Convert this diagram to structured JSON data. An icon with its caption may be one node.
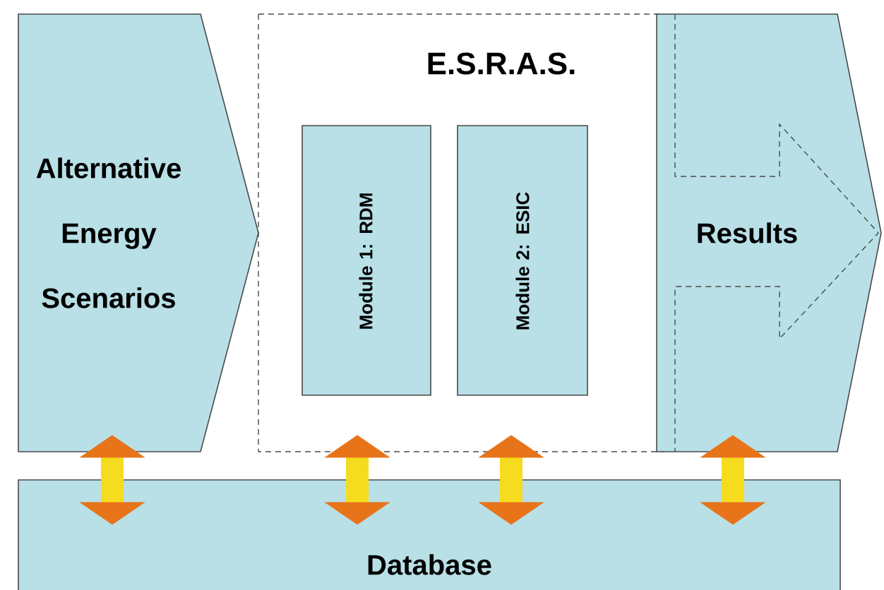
{
  "diagram": {
    "nodes": [
      {
        "text": [
          "Alternative Energy Scenarios"
        ]
      },
      {
        "text": [
          "E.S.R.A.S."
        ]
      },
      {
        "text": [
          "Module 1: RDM"
        ],
        "in": 1
      },
      {
        "text": [
          "Module 2: ESIC"
        ],
        "in": 1
      },
      {
        "text": [
          "Results"
        ]
      },
      {
        "text": [
          "Database"
        ]
      }
    ],
    "edges": [
      {
        "from": 0,
        "to": 5,
        "arrow": "both"
      },
      {
        "from": 1,
        "to": 5,
        "arrow": "both"
      },
      {
        "from": 1,
        "to": 5,
        "arrow": "both"
      },
      {
        "from": 4,
        "to": 5,
        "arrow": "both"
      }
    ]
  }
}
